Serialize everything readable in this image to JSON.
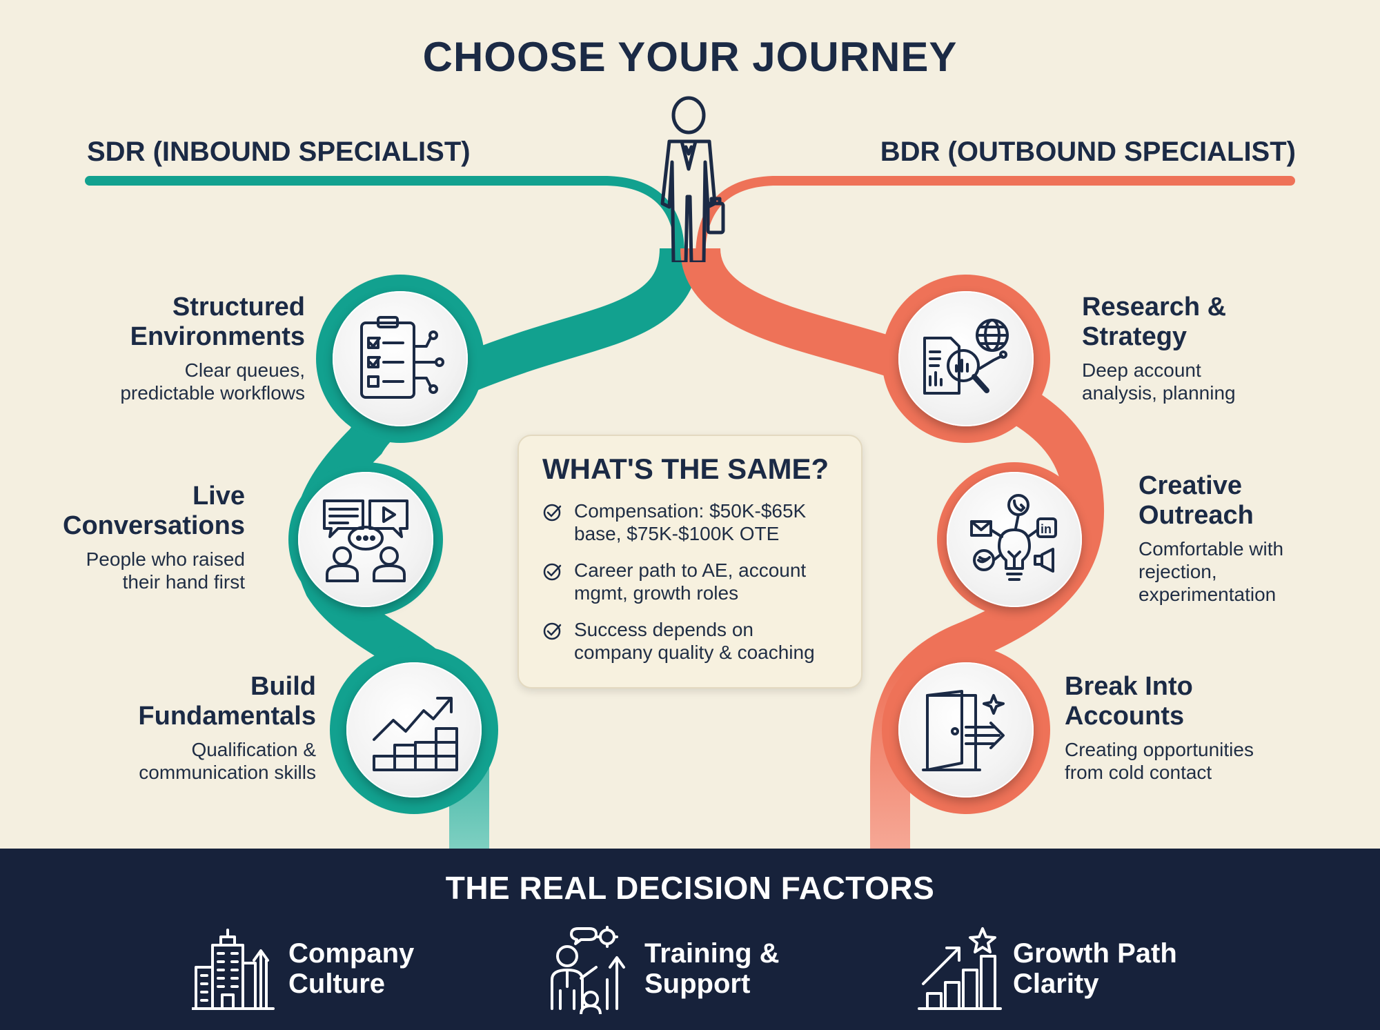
{
  "title": "CHOOSE YOUR JOURNEY",
  "sdr": {
    "label": "SDR (INBOUND SPECIALIST)",
    "color": "#12a18f",
    "steps": [
      {
        "title_line1": "Structured",
        "title_line2": "Environments",
        "desc_line1": "Clear queues,",
        "desc_line2": "predictable workflows",
        "icon": "checklist-icon"
      },
      {
        "title_line1": "Live",
        "title_line2": "Conversations",
        "desc_line1": "People who raised",
        "desc_line2": "their hand first",
        "icon": "conversation-icon"
      },
      {
        "title_line1": "Build",
        "title_line2": "Fundamentals",
        "desc_line1": "Qualification &",
        "desc_line2": "communication skills",
        "icon": "growth-chart-icon"
      }
    ]
  },
  "bdr": {
    "label": "BDR (OUTBOUND SPECIALIST)",
    "color": "#ee7258",
    "steps": [
      {
        "title_line1": "Research &",
        "title_line2": "Strategy",
        "desc_line1": "Deep account",
        "desc_line2": "analysis, planning",
        "icon": "research-icon"
      },
      {
        "title_line1": "Creative",
        "title_line2": "Outreach",
        "desc_line1": "Comfortable with",
        "desc_line2": "rejection,",
        "desc_line3": "experimentation",
        "icon": "lightbulb-network-icon"
      },
      {
        "title_line1": "Break Into",
        "title_line2": "Accounts",
        "desc_line1": "Creating opportunities",
        "desc_line2": "from cold contact",
        "icon": "open-door-icon"
      }
    ]
  },
  "same": {
    "title": "WHAT'S THE SAME?",
    "items": [
      {
        "line1": "Compensation: $50K-$65K",
        "line2": "base, $75K-$100K OTE"
      },
      {
        "line1": "Career path to AE, account",
        "line2": "mgmt, growth roles"
      },
      {
        "line1": "Success depends on",
        "line2": "company quality & coaching"
      }
    ]
  },
  "footer": {
    "title": "THE REAL DECISION FACTORS",
    "factors": [
      {
        "line1": "Company",
        "line2": "Culture",
        "icon": "building-icon"
      },
      {
        "line1": "Training &",
        "line2": "Support",
        "icon": "training-icon"
      },
      {
        "line1": "Growth Path",
        "line2": "Clarity",
        "icon": "growth-star-icon"
      }
    ]
  }
}
